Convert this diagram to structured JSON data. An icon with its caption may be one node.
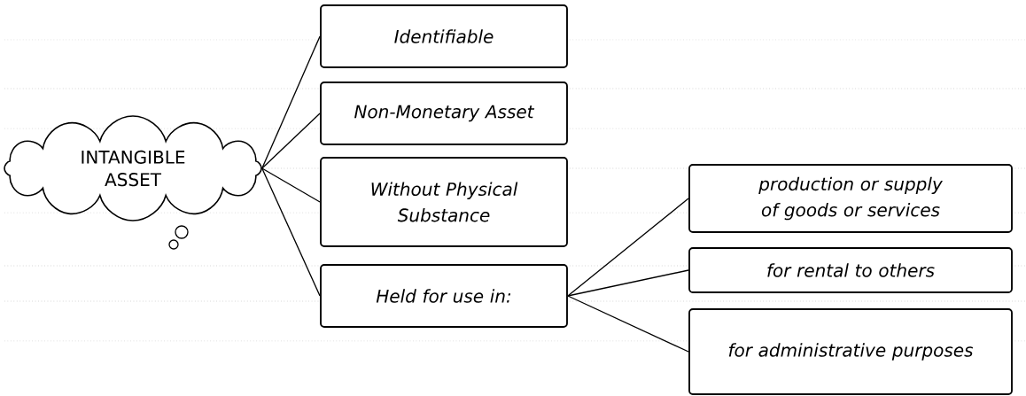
{
  "diagram": {
    "nodes": [
      {
        "text": [
          "INTANGIBLE ASSET"
        ]
      },
      {
        "text": [
          "Identifiable"
        ]
      },
      {
        "text": [
          "Non-Monetary Asset"
        ]
      },
      {
        "text": [
          "Without Physical Substance"
        ]
      },
      {
        "text": [
          "Held for use in:"
        ]
      },
      {
        "text": [
          "production or supply of goods or services"
        ]
      },
      {
        "text": [
          "for rental to others"
        ]
      },
      {
        "text": [
          "for administrative purposes"
        ]
      }
    ],
    "edges": [
      {
        "from": 0,
        "to": 1,
        "arrow": "none"
      },
      {
        "from": 0,
        "to": 2,
        "arrow": "none"
      },
      {
        "from": 0,
        "to": 3,
        "arrow": "none"
      },
      {
        "from": 0,
        "to": 4,
        "arrow": "none"
      },
      {
        "from": 4,
        "to": 5,
        "arrow": "none"
      },
      {
        "from": 4,
        "to": 6,
        "arrow": "none"
      },
      {
        "from": 4,
        "to": 7,
        "arrow": "none"
      }
    ]
  }
}
